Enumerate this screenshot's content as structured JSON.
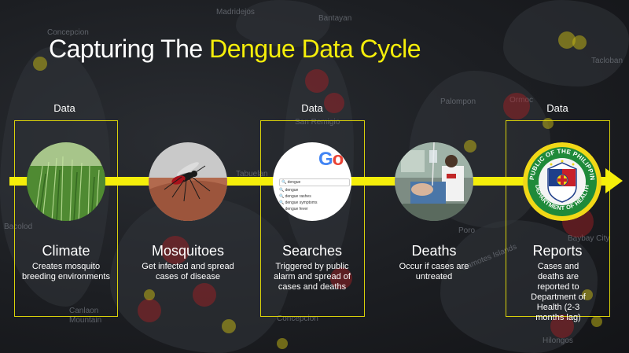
{
  "slide": {
    "title_prefix": "Capturing The ",
    "title_highlight": "Dengue Data Cycle"
  },
  "data_label": "Data",
  "steps": [
    {
      "title": "Climate",
      "description": "Creates mosquito breeding environments"
    },
    {
      "title": "Mosquitoes",
      "description": "Get infected and spread cases of disease"
    },
    {
      "title": "Searches",
      "description": "Triggered by public alarm and spread of cases and deaths"
    },
    {
      "title": "Deaths",
      "description": "Occur if cases are untreated"
    },
    {
      "title": "Reports",
      "description": "Cases and deaths are reported to Department of Health (2-3 months lag)"
    }
  ],
  "search_mockup": {
    "logo": "Go",
    "query": "dengue",
    "suggestions": [
      "dengue",
      "dengue rashes",
      "dengue symptoms",
      "dengue fever"
    ]
  },
  "seal": {
    "top_text": "REPUBLIC OF THE PHILIPPINES",
    "bottom_text": "DEPARTMENT OF HEALTH"
  },
  "map_labels": [
    "Madridejos",
    "Bantayan",
    "Concepcion",
    "Tacloban",
    "San Remigio",
    "Palompon",
    "Ormoc",
    "Bacolod",
    "Poro",
    "Canlaon",
    "Mountain",
    "Hilongos",
    "Baybay City",
    "Tabuelan",
    "Camotes Islands",
    "Concepcion"
  ],
  "colors": {
    "accent": "#f5ee0a",
    "text": "#ffffff",
    "background": "#1c1e22"
  }
}
